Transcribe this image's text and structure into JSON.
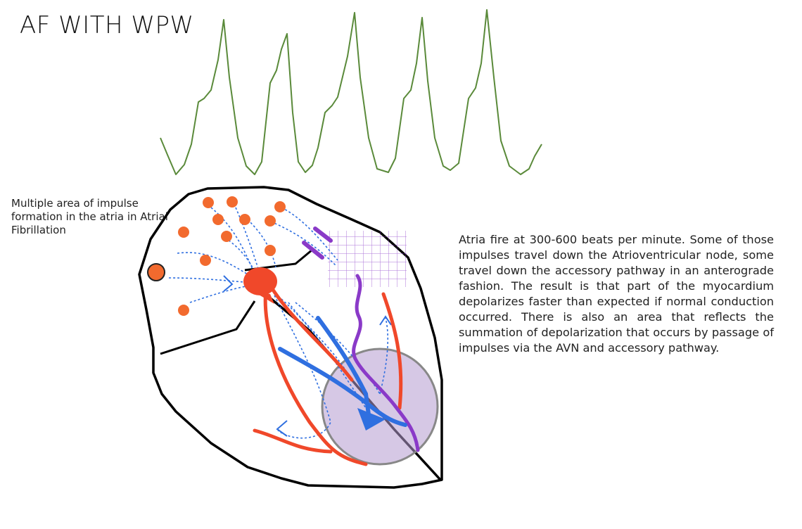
{
  "title": "AF WITH WPW",
  "labels": {
    "atria_note": "Multiple area of impulse formation in the atria in Atrial Fibrillation",
    "description": "Atria fire at 300-600 beats per minute. Some of those impulses travel down the Atrioventricular node, some travel down the accessory pathway in an anterograde fashion. The result is that part of the myocardium depolarizes faster than expected if normal conduction occurred. There is also an area that reflects the summation of depolarization that occurs by passage of impulses via the AVN and accessory pathway."
  },
  "colors": {
    "ecg": "#5a8a3a",
    "heart_outline": "#000000",
    "impulse": "#f26a2e",
    "av_node": "#f0482a",
    "conduction_red": "#f0482a",
    "conduction_blue": "#2f6fe0",
    "accessory": "#8a3ac8",
    "summation_area": "#b49ad0"
  }
}
